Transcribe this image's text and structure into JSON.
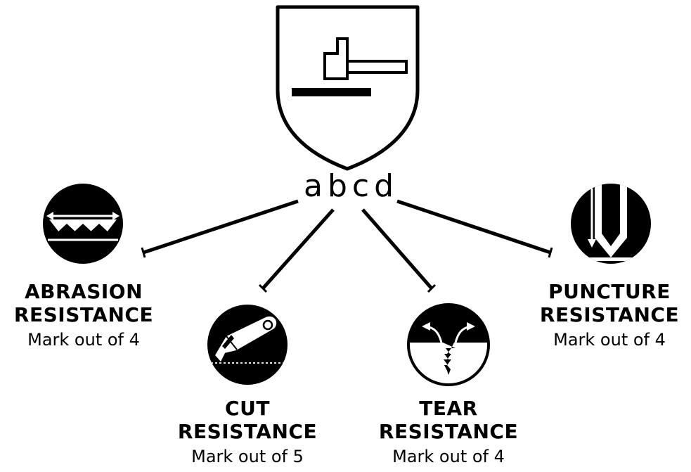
{
  "code_label": "abcd",
  "colors": {
    "ink": "#000000",
    "paper": "#ffffff"
  },
  "icons": {
    "shield": "hammer-on-shield-icon",
    "abrasion": "abrasion-icon",
    "cut": "utility-knife-icon",
    "tear": "tear-icon",
    "puncture": "puncture-icon"
  },
  "properties": [
    {
      "key": "a",
      "title_line1": "ABRASION",
      "title_line2": "RESISTANCE",
      "mark": "Mark out of 4"
    },
    {
      "key": "b",
      "title_line1": "CUT",
      "title_line2": "RESISTANCE",
      "mark": "Mark out of 5"
    },
    {
      "key": "c",
      "title_line1": "TEAR",
      "title_line2": "RESISTANCE",
      "mark": "Mark out of 4"
    },
    {
      "key": "d",
      "title_line1": "PUNCTURE",
      "title_line2": "RESISTANCE",
      "mark": "Mark out of 4"
    }
  ]
}
